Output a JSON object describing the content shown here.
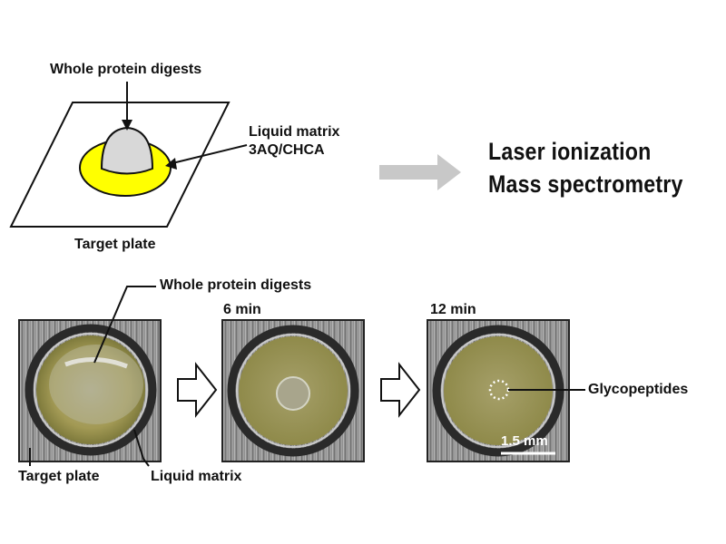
{
  "top_diagram": {
    "top_label": "Whole protein digests",
    "matrix_label_line1": "Liquid matrix",
    "matrix_label_line2": "3AQ/CHCA",
    "plate_label": "Target plate"
  },
  "right_text": {
    "line1": "Laser ionization",
    "line2": "Mass spectrometry"
  },
  "photos": {
    "label_top": "Whole protein digests",
    "time_2": "6 min",
    "time_3": "12 min",
    "label_target_plate": "Target plate",
    "label_liquid_matrix": "Liquid matrix",
    "label_glycopeptides": "Glycopeptides",
    "scale_bar": "1.5 mm"
  },
  "colors": {
    "matrix_yellow": "#ffff00",
    "digest_gray": "#d8d8d8",
    "arrow_gray": "#c8c8c8",
    "plate_metal": "#8e8e8e",
    "well_tint": "#9c9648"
  }
}
